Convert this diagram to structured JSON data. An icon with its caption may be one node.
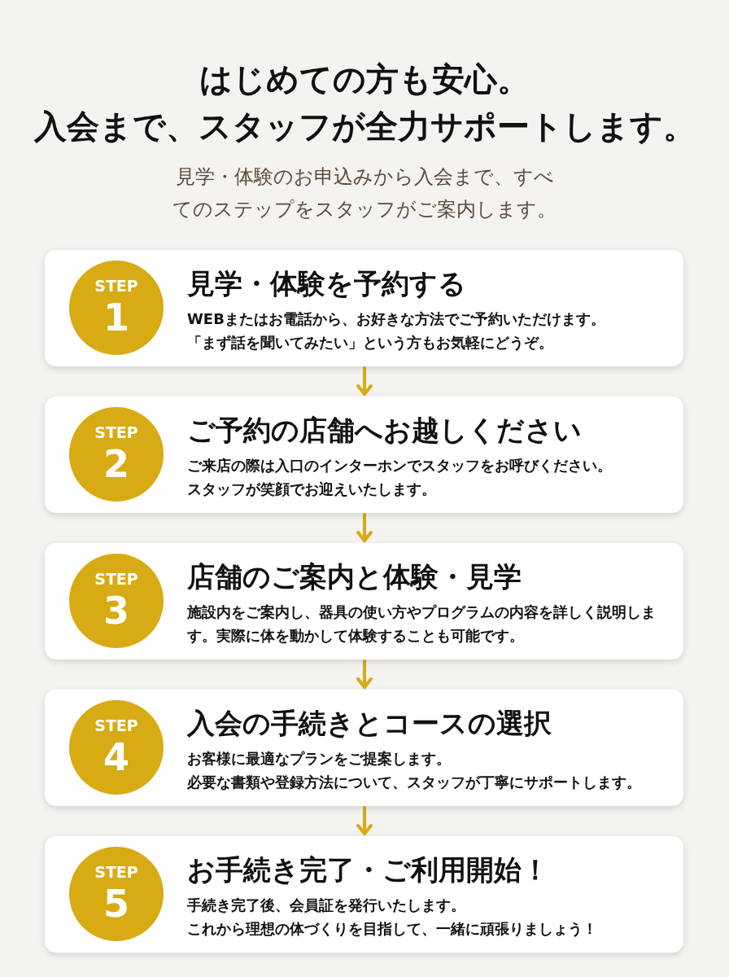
{
  "diagram": {
    "title": "はじめての方も安心。入会まで、スタッフが全力サポートします。",
    "nodes": [
      {
        "text": [
          "見学・体験を予約する",
          "WEBまたはお電話から、お好きな方法でご予約いただけます。「まず話を聞いてみたい」という方もお気軽にどうぞ。"
        ]
      },
      {
        "text": [
          "STEP",
          "1"
        ],
        "in": 0
      },
      {
        "text": [
          "ご予約の店舗へお越しください",
          "ご来店の際は入口のインターホンでスタッフをお呼びください。スタッフが笑顔でお迎えいたします。"
        ]
      },
      {
        "text": [
          "STEP",
          "2"
        ],
        "in": 2
      },
      {
        "text": [
          "店舗のご案内と体験・見学",
          "施設内をご案内し、器具の使い方やプログラムの内容を詳しく説明します。実際に体を動かして体験することも可能です。"
        ]
      },
      {
        "text": [
          "STEP",
          "3"
        ],
        "in": 4
      },
      {
        "text": [
          "入会の手続きとコースの選択",
          "お客様に最適なプランをご提案します。必要な書類や登録方法について、スタッフが丁寧にサポートします。"
        ]
      },
      {
        "text": [
          "STEP",
          "4"
        ],
        "in": 6
      },
      {
        "text": [
          "お手続き完了・ご利用開始！",
          "手続き完了後、会員証を発行いたします。これから理想の体づくりを目指して、一緒に頑張りましょう！"
        ]
      },
      {
        "text": [
          "STEP",
          "5"
        ],
        "in": 8
      }
    ],
    "edges": [
      {
        "from": 0,
        "to": 2,
        "arrow": "to"
      },
      {
        "from": 2,
        "to": 4,
        "arrow": "to"
      },
      {
        "from": 4,
        "to": 6,
        "arrow": "to"
      },
      {
        "from": 6,
        "to": 8,
        "arrow": "to"
      }
    ],
    "labels": [
      "見学・体験のお申込みから入会まで、すべてのステップをスタッフがご案内します。"
    ]
  }
}
